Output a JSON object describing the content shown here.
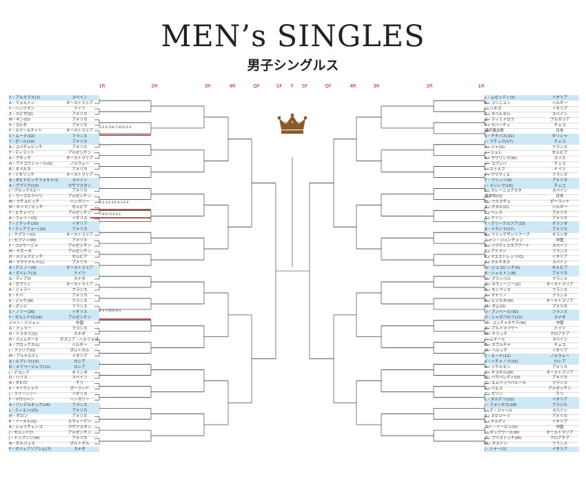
{
  "header": {
    "title": "MEN’s SINGLES",
    "subtitle": "男子シングルス"
  },
  "rounds": {
    "left": [
      "1R",
      "2R",
      "3R",
      "4R",
      "QF",
      "SF"
    ],
    "center": "F",
    "right": [
      "SF",
      "QF",
      "4R",
      "3R",
      "2R",
      "1R"
    ]
  },
  "icons": {
    "crown": "crown-icon"
  },
  "colors": {
    "seed_row": "#cfe8f5",
    "winner_line": "#a51b1b",
    "round_label": "#c21a23"
  },
  "left_players": [
    {
      "name": "C・アルカラス(1)",
      "country": "スペイン",
      "seed": true
    },
    {
      "name": "A・ウォルトン",
      "country": "オーストラリア",
      "seed": false
    },
    {
      "name": "Y・ハンフマン",
      "country": "ドイツ",
      "seed": false
    },
    {
      "name": "Z・スビザ(Q)",
      "country": "アメリカ",
      "seed": false
    },
    {
      "name": "M・ギン(Q)",
      "country": "アメリカ",
      "seed": false
    },
    {
      "name": "S・コルダ",
      "country": "アメリカ",
      "seed": false
    },
    {
      "name": "T・スクールケイト",
      "country": "オーストラリア",
      "seed": false
    },
    {
      "name": "C・ムーテ(32)",
      "country": "フランス",
      "seed": true
    },
    {
      "name": "T・ポール(19)",
      "country": "アメリカ",
      "seed": true
    },
    {
      "name": "A・コバチェビッチ",
      "country": "アメリカ",
      "seed": false
    },
    {
      "name": "T・ティラント",
      "country": "アルゼンチン",
      "seed": false
    },
    {
      "name": "A・ブキッチ",
      "country": "オーストラリア",
      "seed": false
    },
    {
      "name": "N・ブドコフシャール(Q)",
      "country": "ノルウェー",
      "seed": false
    },
    {
      "name": "R・オペルカ",
      "country": "アメリカ",
      "seed": false
    },
    {
      "name": "F・ミセリッチ",
      "country": "オーストラリア",
      "seed": false
    },
    {
      "name": "A・ダビドビッチフォキナ(14)",
      "country": "スペイン",
      "seed": true
    },
    {
      "name": "A・ブブリク(10)",
      "country": "カザフスタン",
      "seed": true
    },
    {
      "name": "J・ブルックスビー",
      "country": "アメリカ",
      "seed": false
    },
    {
      "name": "C・ウーゴカラベリ",
      "country": "アルゼンチン",
      "seed": false
    },
    {
      "name": "M・フチョビッチ",
      "country": "ハンガリー",
      "seed": false
    },
    {
      "name": "M・キツマノビッチ",
      "country": "セルビア",
      "seed": false
    },
    {
      "name": "T・エチェベリ",
      "country": "アルゼンチン",
      "seed": false
    },
    {
      "name": "A・フェリー(Q)",
      "country": "イギリス",
      "seed": false
    },
    {
      "name": "T・ミチッチ(20)",
      "country": "イタリア",
      "seed": true
    },
    {
      "name": "F・ティアフォー(29)",
      "country": "アメリカ",
      "seed": true
    },
    {
      "name": "J・クブラー(Q)",
      "country": "オーストラリア",
      "seed": false
    },
    {
      "name": "J・モブソン(W)",
      "country": "アメリカ",
      "seed": false
    },
    {
      "name": "F・コメサーニャ",
      "country": "アルゼンチン",
      "seed": false
    },
    {
      "name": "M・ナボーネ",
      "country": "アルゼンチン",
      "seed": false
    },
    {
      "name": "H・メジェドビッチ",
      "country": "セルビア",
      "seed": false
    },
    {
      "name": "M・マクドナルド(L)",
      "country": "アメリカ",
      "seed": false
    },
    {
      "name": "A・デミノー(6)",
      "country": "オーストラリア",
      "seed": true
    },
    {
      "name": "A・ズベレフ(3)",
      "country": "ドイツ",
      "seed": true
    },
    {
      "name": "G・ディアロ",
      "country": "カナダ",
      "seed": false
    },
    {
      "name": "A・ポプリン",
      "country": "オーストラリア",
      "seed": false
    },
    {
      "name": "A・ミュラー",
      "country": "フランス",
      "seed": false
    },
    {
      "name": "E・ナバ",
      "country": "アメリカ",
      "seed": false
    },
    {
      "name": "K・ジャケ(W)",
      "country": "フランス",
      "seed": false
    },
    {
      "name": "B・ボンジ",
      "country": "フランス",
      "seed": false
    },
    {
      "name": "C・ノリー(26)",
      "country": "イギリス",
      "seed": true
    },
    {
      "name": "F・セルンドロ(18)",
      "country": "アルゼンチン",
      "seed": true
    },
    {
      "name": "ジャン・ジジェン",
      "country": "中国",
      "seed": false
    },
    {
      "name": "G・ミュラー",
      "country": "フランス",
      "seed": false
    },
    {
      "name": "D・ドラカリ(Q)",
      "country": "カナダ",
      "seed": false
    },
    {
      "name": "D・ジュムホール",
      "country": "ボスニア・ヘルツェゴビナ",
      "seed": false
    },
    {
      "name": "A・ブロックス(L)",
      "country": "ベルギー",
      "seed": false
    },
    {
      "name": "J・ファリア(Q)",
      "country": "ポルトガル",
      "seed": false
    },
    {
      "name": "M・アルナルディ",
      "country": "イタリア",
      "seed": false
    },
    {
      "name": "A・ルブレフ(13)",
      "country": "ロシア",
      "seed": true
    },
    {
      "name": "D・メドベージェフ(11)",
      "country": "ロシア",
      "seed": true
    },
    {
      "name": "J・デヨング",
      "country": "オランダ",
      "seed": false
    },
    {
      "name": "Q・ハリス",
      "country": "スペイン",
      "seed": false
    },
    {
      "name": "A・タビロ",
      "country": "チリ",
      "seed": false
    },
    {
      "name": "K・マイクシャク",
      "country": "ポーランド",
      "seed": false
    },
    {
      "name": "J・ファーンリー",
      "country": "イギリス",
      "seed": false
    },
    {
      "name": "F・マロジャン",
      "country": "ハンガリー",
      "seed": false
    },
    {
      "name": "A・リンデルネック(24)",
      "country": "フランス",
      "seed": true
    },
    {
      "name": "L・ティエン(25)",
      "country": "アメリカ",
      "seed": true
    },
    {
      "name": "M・ギロン",
      "country": "アメリカ",
      "seed": false
    },
    {
      "name": "E・イーメル(Q)",
      "country": "スウェーデン",
      "seed": false
    },
    {
      "name": "A・シェフチェンコ",
      "country": "カザフスタン",
      "seed": false
    },
    {
      "name": "J・セルンドロ",
      "country": "アルゼンチン",
      "seed": false
    },
    {
      "name": "J・トンプソン(W)",
      "country": "アメリカ",
      "seed": false
    },
    {
      "name": "N・ボルジェス",
      "country": "ポルトガル",
      "seed": false
    },
    {
      "name": "F・オジェアリアシム(7)",
      "country": "カナダ",
      "seed": true
    }
  ],
  "right_players": [
    {
      "name": "L・ムゼッティ(5)",
      "country": "イタリア",
      "seed": true
    },
    {
      "name": "R・コリニョン",
      "country": "ベルギー",
      "seed": false
    },
    {
      "name": "J・リネゴ",
      "country": "イタリア",
      "seed": false
    },
    {
      "name": "C・タベルネル",
      "country": "スペイン",
      "seed": false
    },
    {
      "name": "G・ディミトロフ",
      "country": "ブルガリア",
      "seed": false
    },
    {
      "name": "T・マハーチュ",
      "country": "チェコ",
      "seed": false
    },
    {
      "name": "望月慎太郎",
      "country": "日本",
      "seed": false
    },
    {
      "name": "S・チチパス(31)",
      "country": "ギリシャ",
      "seed": true
    },
    {
      "name": "J・フチュカ(17)",
      "country": "チェコ",
      "seed": true
    },
    {
      "name": "A・ジャ(Q)",
      "country": "フランス",
      "seed": false
    },
    {
      "name": "L・ジェレ",
      "country": "セルビア",
      "seed": false
    },
    {
      "name": "S・ワワリンカ(W)",
      "country": "スイス",
      "seed": false
    },
    {
      "name": "V・コプシバ",
      "country": "チェコ",
      "seed": false
    },
    {
      "name": "J・ストルフ",
      "country": "ドイツ",
      "seed": false
    },
    {
      "name": "F・ワウウィエ",
      "country": "フランス",
      "seed": false
    },
    {
      "name": "T・フリッツ(9)",
      "country": "アメリカ",
      "seed": true
    },
    {
      "name": "J・メンシク(16)",
      "country": "チェコ",
      "seed": true
    },
    {
      "name": "P・カレーニョブスタ",
      "country": "スペイン",
      "seed": false
    },
    {
      "name": "坂本怜(Q)",
      "country": "日本",
      "seed": false
    },
    {
      "name": "H・フルカチュ",
      "country": "ポーランド",
      "seed": false
    },
    {
      "name": "R・ボタル(Q)",
      "country": "ベルギー",
      "seed": false
    },
    {
      "name": "T・ベレス",
      "country": "アメリカ",
      "seed": false
    },
    {
      "name": "E・クイン",
      "country": "アメリカ",
      "seed": false
    },
    {
      "name": "T・グリークスプア(23)",
      "country": "オランダ",
      "seed": true
    },
    {
      "name": "B・ナカシマ(27)",
      "country": "アメリカ",
      "seed": true
    },
    {
      "name": "B・ファンデザンツフープ",
      "country": "オランダ",
      "seed": false
    },
    {
      "name": "シャン・ジュンチェン",
      "country": "中国",
      "seed": false
    },
    {
      "name": "R・バウティスタアグート",
      "country": "スペイン",
      "seed": false
    },
    {
      "name": "T・アトマン",
      "country": "フランス",
      "seed": false
    },
    {
      "name": "F・マエストレッリ(Q)",
      "country": "イタリア",
      "seed": false
    },
    {
      "name": "P・マルチネス",
      "country": "スペイン",
      "seed": false
    },
    {
      "name": "N・ジョコビッチ(4)",
      "country": "セルビア",
      "seed": true
    },
    {
      "name": "B・シェルトン(8)",
      "country": "アメリカ",
      "seed": true
    },
    {
      "name": "U・ブランベル",
      "country": "フランス",
      "seed": false
    },
    {
      "name": "D・スウィーニー(Q)",
      "country": "オーストラリア",
      "seed": false
    },
    {
      "name": "G・モンフィス",
      "country": "フランス",
      "seed": false
    },
    {
      "name": "A・マナリノ",
      "country": "フランス",
      "seed": false
    },
    {
      "name": "R・ヒジカタ(W)",
      "country": "オーストラリア",
      "seed": false
    },
    {
      "name": "M・ダム(Q)",
      "country": "アメリカ",
      "seed": false
    },
    {
      "name": "U・アンベール(30)",
      "country": "フランス",
      "seed": true
    },
    {
      "name": "D・シャポバロフ(21)",
      "country": "カナダ",
      "seed": true
    },
    {
      "name": "ブ・ユンチャオケテ(W)",
      "country": "中国",
      "seed": false
    },
    {
      "name": "D・アルトマイヤー",
      "country": "ドイツ",
      "seed": false
    },
    {
      "name": "M・チリッチ",
      "country": "クロアチア",
      "seed": false
    },
    {
      "name": "J・ムナール",
      "country": "スペイン",
      "seed": false
    },
    {
      "name": "D・スブルチナ",
      "country": "チェコ",
      "seed": false
    },
    {
      "name": "M・ベルッチ",
      "country": "イタリア",
      "seed": false
    },
    {
      "name": "C・ルード(12)",
      "country": "ノルウェー",
      "seed": true
    },
    {
      "name": "K・ハチャノフ(15)",
      "country": "ロシア",
      "seed": true
    },
    {
      "name": "A・ミケルセン",
      "country": "アメリカ",
      "seed": false
    },
    {
      "name": "C・オコネル(W)",
      "country": "オーストラリア",
      "seed": false
    },
    {
      "name": "N・バサバレディ(Q)",
      "country": "アメリカ",
      "seed": false
    },
    {
      "name": "G・エムベッベバルール",
      "country": "フランス",
      "seed": false
    },
    {
      "name": "S・バエス",
      "country": "アルゼンチン",
      "seed": false
    },
    {
      "name": "C・ガリン",
      "country": "チリ",
      "seed": false
    },
    {
      "name": "L・ダルデリ(22)",
      "country": "イタリア",
      "seed": true
    },
    {
      "name": "J・フォンセカ(28)",
      "country": "ブラジル",
      "seed": true
    },
    {
      "name": "J・デ・ジャヘル",
      "country": "スペイン",
      "seed": false
    },
    {
      "name": "E・スピジーリ",
      "country": "アメリカ",
      "seed": false
    },
    {
      "name": "L・ナルディ",
      "country": "イタリア",
      "seed": false
    },
    {
      "name": "ウー・イービン(Q)",
      "country": "中国",
      "seed": false
    },
    {
      "name": "J・ダックワース(W)",
      "country": "オーストラリア",
      "seed": false
    },
    {
      "name": "D・プリズミッチ(W)",
      "country": "クロアチア",
      "seed": false
    },
    {
      "name": "M・ガストン",
      "country": "フランス",
      "seed": false
    },
    {
      "name": "J・シナー(1)",
      "country": "イタリア",
      "seed": true
    }
  ],
  "results": [
    {
      "score": "6-3 4-7(6) 7-6(3) 6-3"
    },
    {
      "score": "6-2 3-6 4-6 6-3 6-4"
    },
    {
      "score": "7-6(1) 6-4 6-1"
    },
    {
      "score": "6-3 7-6(0) 6-3"
    }
  ]
}
